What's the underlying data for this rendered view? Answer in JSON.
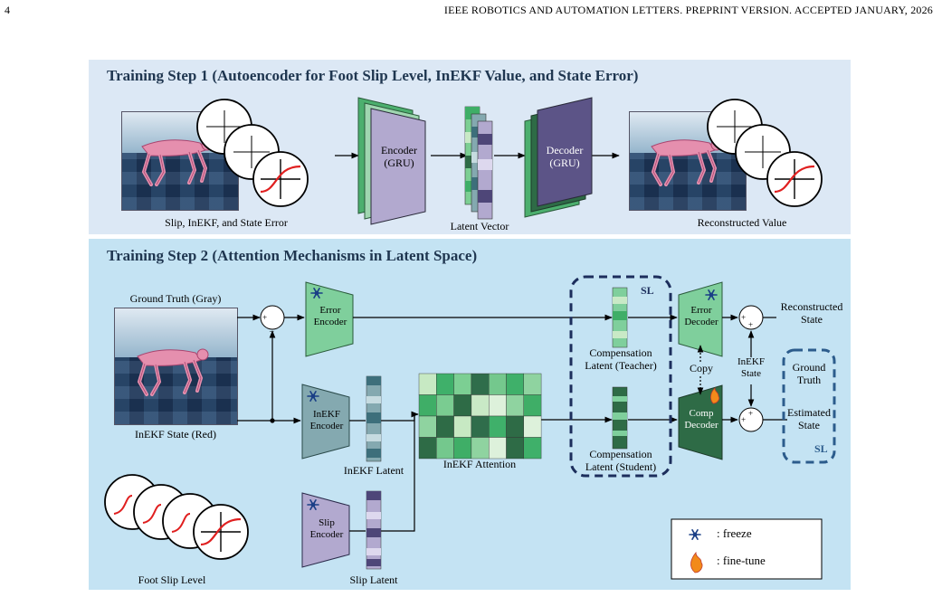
{
  "header": {
    "page_number": "4",
    "journal": "IEEE ROBOTICS AND AUTOMATION LETTERS. PREPRINT VERSION. ACCEPTED JANUARY, 2026"
  },
  "step1": {
    "title": "Training Step 1 (Autoencoder for Foot Slip Level, InEKF Value, and State Error)",
    "input_caption": "Slip, InEKF, and State Error",
    "encoder": [
      "Encoder",
      "(GRU)"
    ],
    "decoder": [
      "Decoder",
      "(GRU)"
    ],
    "latent_caption": "Latent Vector",
    "output_caption": "Reconstructed Value"
  },
  "step2": {
    "title": "Training Step 2 (Attention Mechanisms in Latent Space)",
    "ground_truth_caption": "Ground Truth (Gray)",
    "inekf_state_caption": "InEKF State (Red)",
    "foot_slip_caption": "Foot Slip Level",
    "error_encoder": [
      "Error",
      "Encoder"
    ],
    "inekf_encoder": [
      "InEKF",
      "Encoder"
    ],
    "slip_encoder": [
      "Slip",
      "Encoder"
    ],
    "inekf_latent_caption": "InEKF Latent",
    "slip_latent_caption": "Slip Latent",
    "attention_caption": "InEKF Attention",
    "comp_teacher_caption": [
      "Compensation",
      "Latent (Teacher)"
    ],
    "comp_student_caption": [
      "Compensation",
      "Latent (Student)"
    ],
    "sl_label": "SL",
    "error_decoder": [
      "Error",
      "Decoder"
    ],
    "comp_decoder": [
      "Comp",
      "Decoder"
    ],
    "copy_label": "Copy",
    "inekf_state_label": [
      "InEKF",
      "State"
    ],
    "reconstructed_state": [
      "Reconstructed",
      "State"
    ],
    "ground_truth_out": [
      "Ground",
      "Truth"
    ],
    "estimated_state": [
      "Estimated",
      "State"
    ],
    "sl_label_right": "SL",
    "sum_plus": "+",
    "sum_minus": "_"
  },
  "legend": {
    "freeze": ": freeze",
    "fine_tune": ": fine-tune"
  },
  "colors": {
    "panel1_bg": "#dce8f5",
    "panel2_bg": "#c4e3f3",
    "title": "#1f3650",
    "encoder_purple": "#b2a9cf",
    "decoder_purple": "#5c5487",
    "green_light": "#7fcf9c",
    "green_dark": "#2e6b46",
    "teal": "#84a9b0",
    "sl_border": "#1c2e5c",
    "red_curve": "#e02020"
  },
  "attention_grid": [
    [
      "#c7e9c3",
      "#3fb06a",
      "#7ccf93",
      "#2f6d4b",
      "#74c88d",
      "#3fb06a",
      "#8fd3a0"
    ],
    [
      "#3fae67",
      "#7acc91",
      "#2e6b46",
      "#c9e9c6",
      "#ddf1db",
      "#8fd3a0",
      "#3fae67"
    ],
    [
      "#8fd3a0",
      "#2e6b46",
      "#c7e9c3",
      "#2f6d4b",
      "#3fb06a",
      "#2e6b46",
      "#ddf1db"
    ],
    [
      "#2e6b46",
      "#74c88d",
      "#3fae67",
      "#8fd3a0",
      "#ddf1db",
      "#2e6b46",
      "#3fb06a"
    ]
  ]
}
